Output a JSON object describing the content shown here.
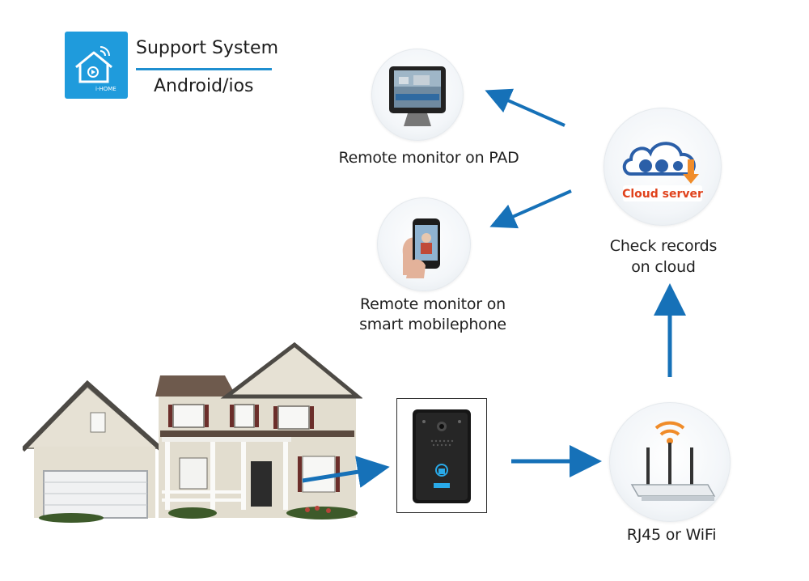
{
  "header": {
    "logo_text": "i-HOME",
    "title": "Support System",
    "subtitle": "Android/ios"
  },
  "nodes": {
    "pad": {
      "label": "Remote monitor on PAD"
    },
    "phone": {
      "label_line1": "Remote monitor on",
      "label_line2": "smart mobilephone"
    },
    "cloud": {
      "badge": "Cloud server",
      "label_line1": "Check records",
      "label_line2": "on cloud"
    },
    "router": {
      "label": "RJ45 or WiFi"
    }
  },
  "colors": {
    "arrow": "#1671b8",
    "logo_bg": "#1f9bdc",
    "cloud_badge": "#e0421c",
    "cloud_blue": "#2b5fa8"
  }
}
